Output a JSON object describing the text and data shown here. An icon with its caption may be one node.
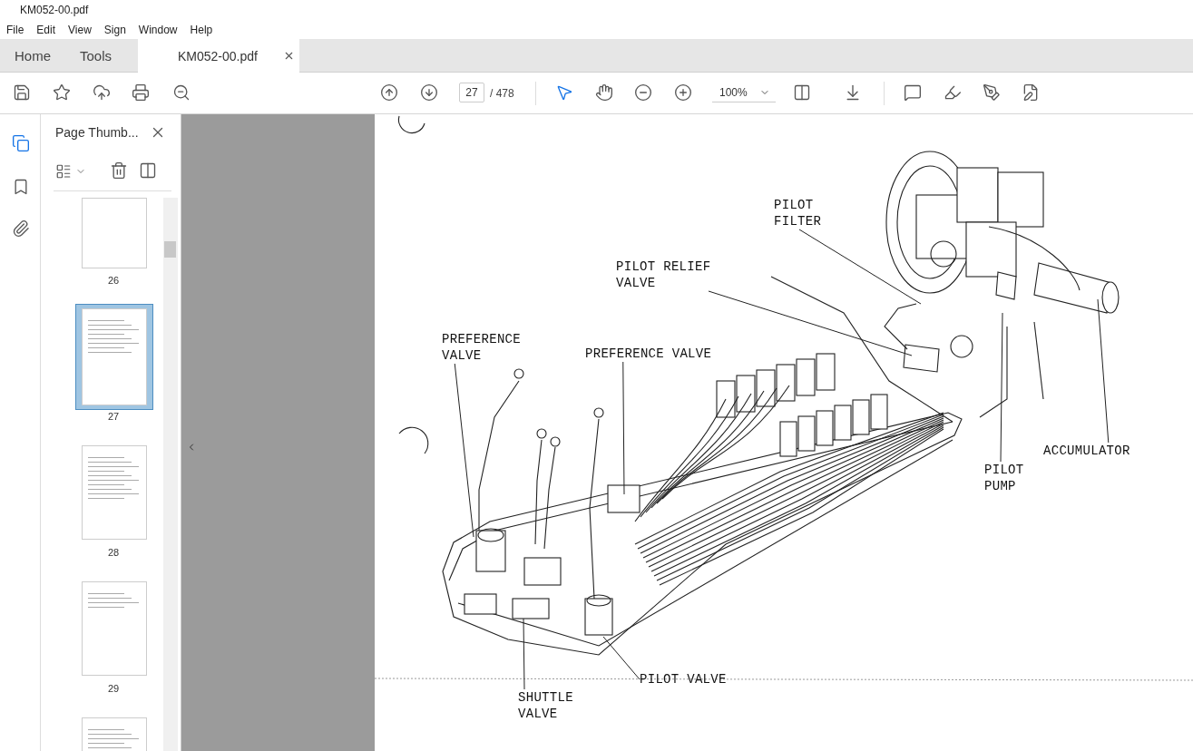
{
  "diagram": {
    "nodes": [
      {
        "text": [
          "PILOT FILTER"
        ]
      },
      {
        "text": [
          "PILOT RELIEF VALVE"
        ]
      },
      {
        "text": [
          "PREFERENCE VALVE"
        ]
      },
      {
        "text": [
          "PREFERENCE VALVE"
        ]
      },
      {
        "text": [
          "ACCUMULATOR"
        ]
      },
      {
        "text": [
          "PILOT PUMP"
        ]
      },
      {
        "text": [
          "PILOT VALVE"
        ]
      },
      {
        "text": [
          "SHUTTLE VALVE"
        ]
      }
    ],
    "edges": [
      {
        "from": 0,
        "to": null,
        "arrow": "none"
      },
      {
        "from": 1,
        "to": null,
        "arrow": "none"
      },
      {
        "from": 2,
        "to": null,
        "arrow": "none"
      },
      {
        "from": 3,
        "to": null,
        "arrow": "none"
      },
      {
        "from": 4,
        "to": null,
        "arrow": "none"
      },
      {
        "from": 5,
        "to": null,
        "arrow": "none"
      },
      {
        "from": 6,
        "to": null,
        "arrow": "none"
      },
      {
        "from": 7,
        "to": null,
        "arrow": "none"
      }
    ],
    "labels": [
      "KM052-00.pdf",
      "File",
      "Edit",
      "View",
      "Sign",
      "Window",
      "Help",
      "Home",
      "Tools",
      "KM052-00.pdf",
      "27",
      "/ 478",
      "100%",
      "Page Thumb...",
      "26",
      "27",
      "28",
      "29"
    ]
  }
}
